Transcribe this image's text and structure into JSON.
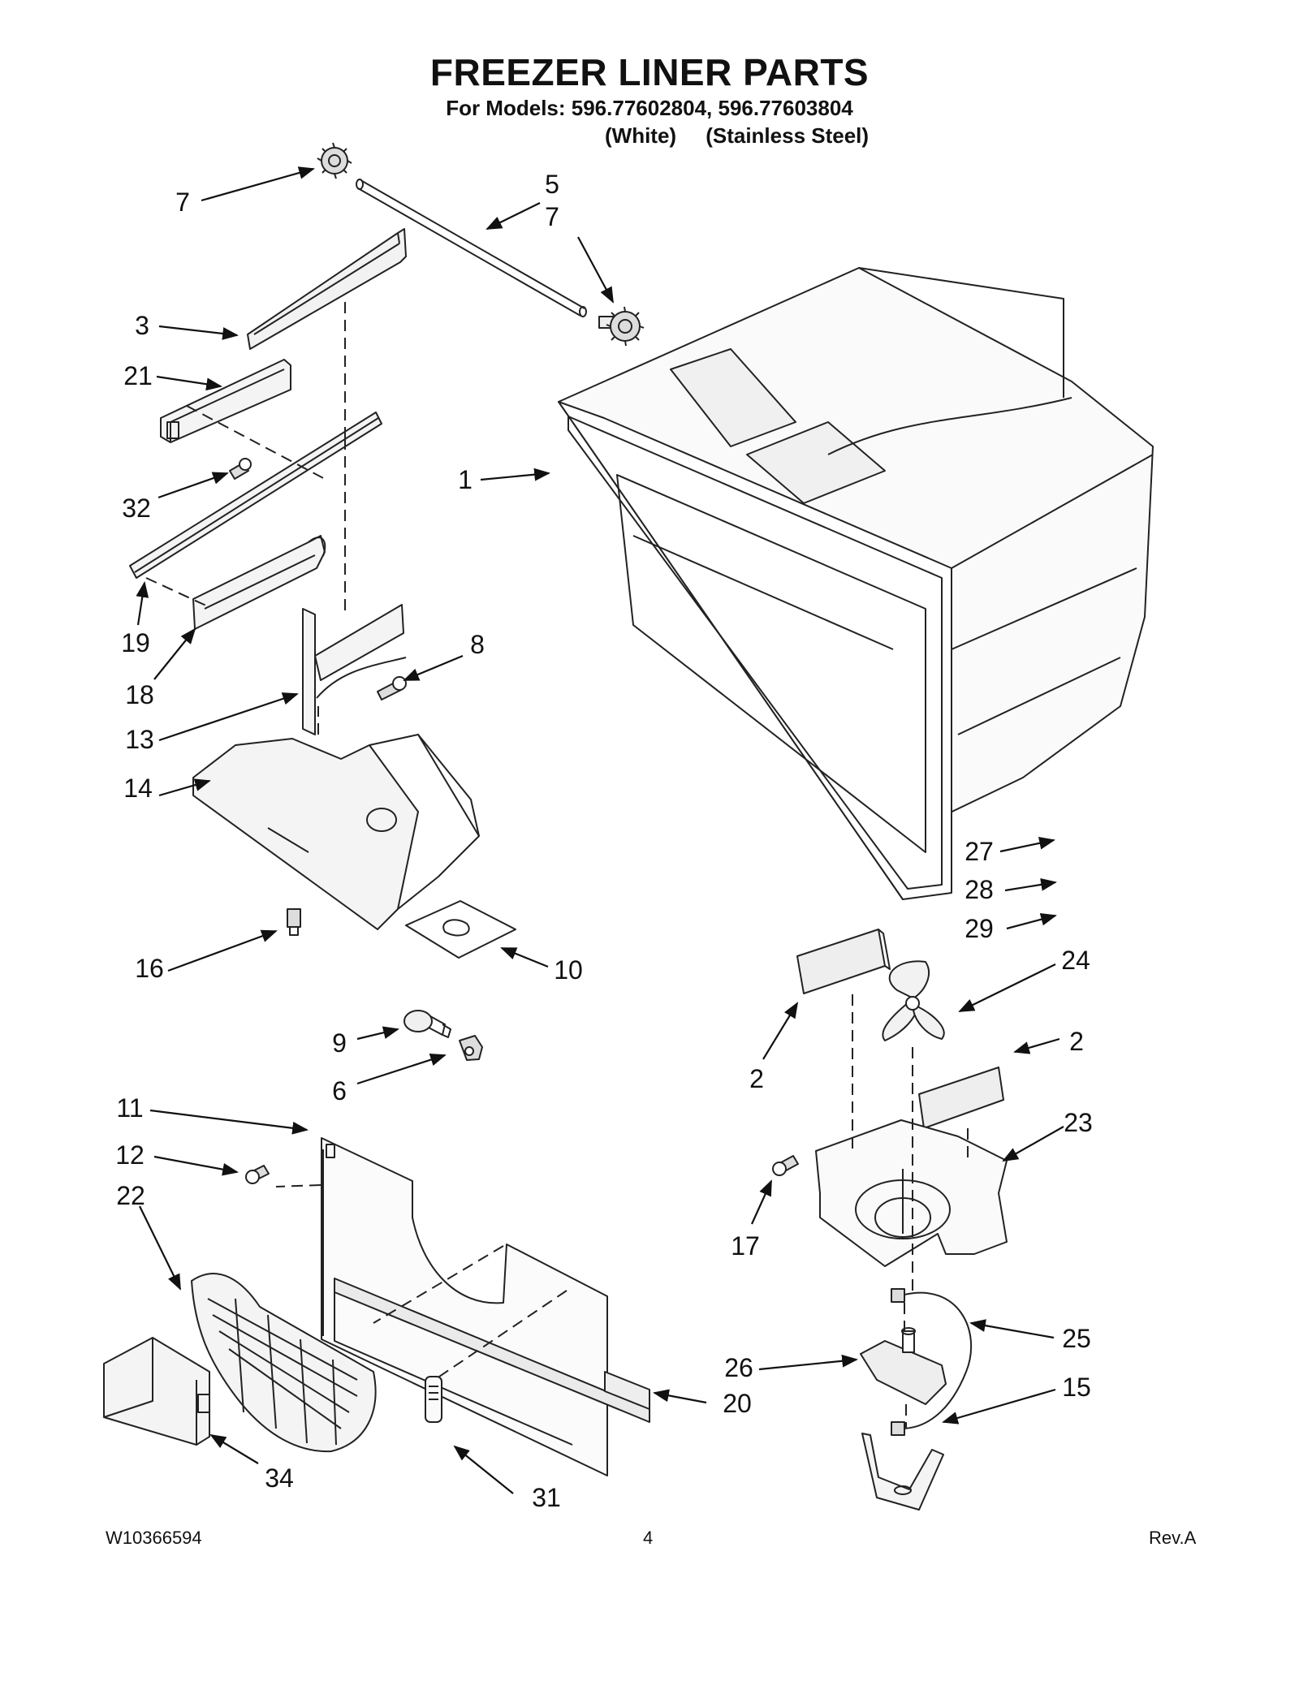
{
  "title": "FREEZER LINER PARTS",
  "models_line": "For Models: 596.77602804, 596.77603804",
  "finish_line": "(White)     (Stainless Steel)",
  "callouts": [
    "7",
    "5",
    "7",
    "3",
    "21",
    "32",
    "1",
    "19",
    "18",
    "8",
    "13",
    "14",
    "27",
    "28",
    "29",
    "16",
    "10",
    "24",
    "9",
    "6",
    "2",
    "2",
    "11",
    "12",
    "23",
    "22",
    "17",
    "25",
    "26",
    "20",
    "15",
    "34",
    "31"
  ],
  "footer": {
    "doc_number": "W10366594",
    "page_number": "4",
    "revision": "Rev.A"
  }
}
